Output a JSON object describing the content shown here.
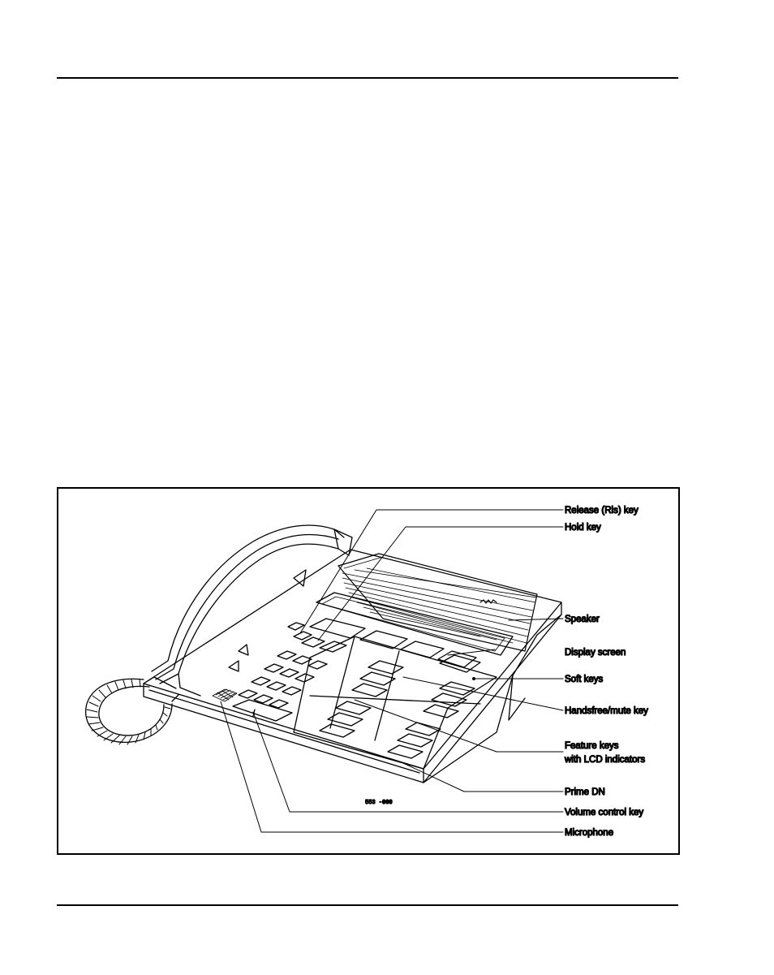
{
  "figure": {
    "callouts": {
      "release_key": "Release (Rls) key",
      "hold_key": "Hold key",
      "speaker": "Speaker",
      "display_screen": "Display screen",
      "soft_keys": "Soft keys",
      "handsfree_mute_key": "Handsfree/mute key",
      "feature_keys_line1": "Feature keys",
      "feature_keys_line2": "with LCD indicators",
      "prime_dn": "Prime DN",
      "volume_control_key": "Volume control key",
      "microphone": "Microphone"
    },
    "figure_code": "553 -000"
  }
}
